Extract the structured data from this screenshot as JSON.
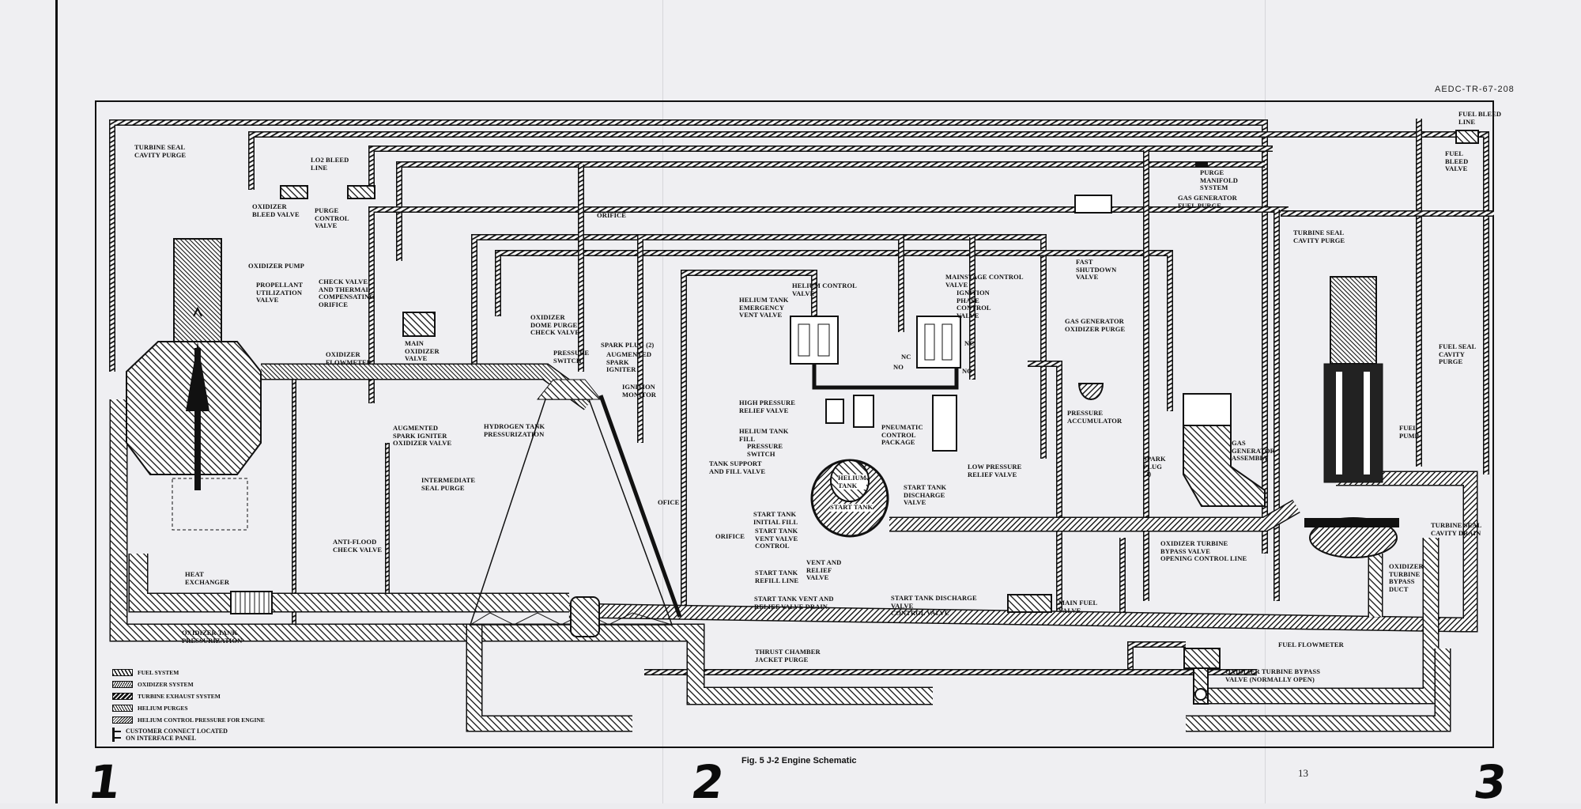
{
  "document": {
    "report_number": "AEDC-TR-67-208",
    "caption": "Fig. 5  J-2 Engine Schematic",
    "page_number": "13",
    "handwritten_marks": [
      "1",
      "2",
      "3"
    ]
  },
  "labels": {
    "turbine_seal_cavity_purge_left": "TURBINE SEAL\nCAVITY PURGE",
    "lo2_bleed_line": "LO2 BLEED\nLINE",
    "oxidizer_bleed_valve": "OXIDIZER\nBLEED VALVE",
    "purge_control_valve": "PURGE\nCONTROL\nVALVE",
    "orifice_top": "ORIFICE",
    "oxidizer_pump": "OXIDIZER PUMP",
    "propellant_utilization_valve": "PROPELLANT\nUTILIZATION\nVALVE",
    "check_valve_orifice": "CHECK VALVE\nAND THERMAL\nCOMPENSATING\nORIFICE",
    "oxidizer_dome_purge_check_valve": "OXIDIZER\nDOME PURGE\nCHECK VALVE",
    "main_oxidizer_valve": "MAIN\nOXIDIZER\nVALVE",
    "oxidizer_flowmeter": "OXIDIZER\nFLOWMETER",
    "pressure_switch_ox": "PRESSURE\nSWITCH",
    "spark_plug_asi": "SPARK PLUG (2)",
    "augmented_spark_igniter": "AUGMENTED\nSPARK\nIGNITER",
    "ignition_monitor": "IGNITION\nMONITOR",
    "hydrogen_tank_pressurization": "HYDROGEN TANK\nPRESSURIZATION",
    "asi_oxidizer_valve": "AUGMENTED\nSPARK IGNITER\nOXIDIZER VALVE",
    "intermediate_seal_purge": "INTERMEDIATE\nSEAL PURGE",
    "helium_control_valve": "HELIUM CONTROL\nVALVE",
    "helium_tank_emergency_vent_valve": "HELIUM TANK\nEMERGENCY\nVENT VALVE",
    "mainstage_control_valve": "MAINSTAGE CONTROL\nVALVE",
    "ignition_phase_control_valve": "IGNITION\nPHASE\nCONTROL\nVALVE",
    "nc_1": "NC",
    "nc_2": "NC",
    "no_1": "NO",
    "no_2": "NO",
    "fast_shutdown_valve": "FAST\nSHUTDOWN\nVALVE",
    "purge_manifold_system": "PURGE\nMANIFOLD\nSYSTEM",
    "gas_generator_fuel_purge": "GAS GENERATOR\nFUEL PURGE",
    "turbine_seal_cavity_purge_right": "TURBINE SEAL\nCAVITY PURGE",
    "fuel_bleed_line": "FUEL BLEED\nLINE",
    "fuel_bleed_valve": "FUEL\nBLEED\nVALVE",
    "gas_generator_oxidizer_purge": "GAS GENERATOR\nOXIDIZER PURGE",
    "high_pressure_relief_valve": "HIGH PRESSURE\nRELIEF VALVE",
    "pressure_accumulator": "PRESSURE\nACCUMULATOR",
    "pneumatic_control_package": "PNEUMATIC\nCONTROL\nPACKAGE",
    "helium_tank_fill": "HELIUM TANK\nFILL",
    "pressure_switch_he": "PRESSURE\nSWITCH",
    "tank_support_fill_valve": "TANK SUPPORT\nAND FILL VALVE",
    "low_pressure_relief_valve": "LOW PRESSURE\nRELIEF VALVE",
    "helium_tank": "HELIUM\nTANK",
    "start_tank": "START TANK",
    "start_tank_discharge_valve": "START TANK\nDISCHARGE\nVALVE",
    "start_tank_initial_fill": "START TANK\nINITIAL FILL",
    "orifice_start": "ORIFICE",
    "start_tank_vent_valve_control": "START TANK\nVENT VALVE\nCONTROL",
    "vent_relief_valve": "VENT AND\nRELIEF\nVALVE",
    "start_tank_refill_line": "START TANK\nREFILL LINE",
    "start_tank_vent_relief_drain": "START TANK VENT AND\nRELIEF VALVE DRAIN",
    "start_tank_discharge_control_valve": "START TANK DISCHARGE\nVALVE\nCONTROL VALVE",
    "main_fuel_valve": "MAIN FUEL\nVALVE",
    "ofice": "OFICE",
    "spark_plug_gg": "SPARK\nPLUG\n(2)",
    "gas_generator_assembly": "GAS\nGENERATOR\nASSEMBLY",
    "fuel_seal_cavity_purge": "FUEL SEAL\nCAVITY\nPURGE",
    "fuel_pump": "FUEL\nPUMP",
    "turbine_seal_cavity_drain": "TURBINE SEAL\nCAVITY DRAIN",
    "ox_turbine_bypass_control_line": "OXIDIZER TURBINE\nBYPASS VALVE\nOPENING CONTROL LINE",
    "ox_turbine_bypass_duct": "OXIDIZER\nTURBINE\nBYPASS\nDUCT",
    "fuel_flowmeter": "FUEL FLOWMETER",
    "ox_turbine_bypass_valve": "OXIDIZER TURBINE BYPASS\nVALVE (NORMALLY OPEN)",
    "thrust_chamber_jacket_purge": "THRUST CHAMBER\nJACKET PURGE",
    "heat_exchanger": "HEAT\nEXCHANGER",
    "anti_flood_check_valve": "ANTI-FLOOD\nCHECK VALVE",
    "oxidizer_tank_pressurization": "OXIDIZER TANK\nPRESSURIZATION"
  },
  "legend": [
    {
      "label": "FUEL SYSTEM",
      "pattern": "fuel"
    },
    {
      "label": "OXIDIZER SYSTEM",
      "pattern": "oxidizer"
    },
    {
      "label": "TURBINE EXHAUST SYSTEM",
      "pattern": "exhaust"
    },
    {
      "label": "HELIUM PURGES",
      "pattern": "helium"
    },
    {
      "label": "HELIUM CONTROL PRESSURE FOR ENGINE",
      "pattern": "control"
    },
    {
      "label": "CUSTOMER CONNECT LOCATED\nON INTERFACE PANEL",
      "pattern": "connect"
    }
  ]
}
